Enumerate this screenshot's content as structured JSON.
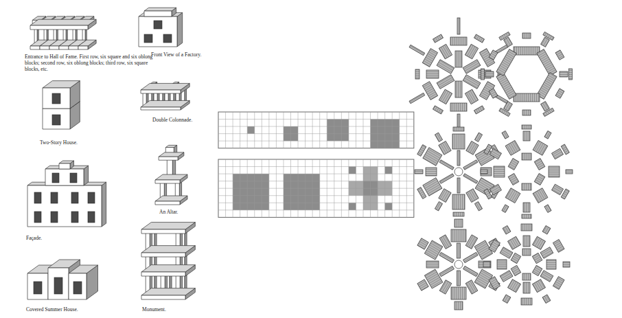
{
  "diagram": {
    "labels": [
      "Entrance to Hall of Fame. First row, six square and six oblong blocks; second row, six oblong blocks; third row, six square blocks, etc.",
      "Two-Story House.",
      "Façade.",
      "Covered Summer House.",
      "Front View of a Factory.",
      "Double Colonnade.",
      "An Altar.",
      "Monument."
    ]
  }
}
